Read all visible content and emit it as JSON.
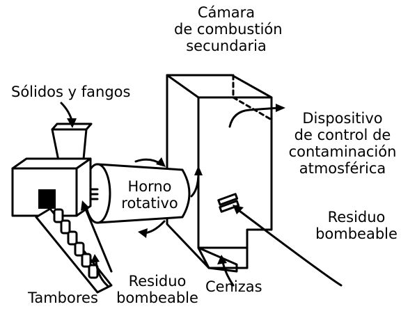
{
  "labels": {
    "secondary_chamber": [
      "Cámara",
      "de combustión",
      "secundaria"
    ],
    "solids_sludge": "Sólidos y fangos",
    "pollution_control": [
      "Dispositivo",
      "de control de",
      "contaminación",
      "atmosférica"
    ],
    "rotary_kiln": [
      "Horno",
      "rotativo"
    ],
    "pumpable_waste_right": [
      "Residuo",
      "bombeable"
    ],
    "pumpable_waste_bottom": [
      "Residuo",
      "bombeable"
    ],
    "ashes": "Cenizas",
    "drums": "Tambores"
  },
  "colors": {
    "line": "#000000",
    "background": "#ffffff",
    "fill_dark": "#000000"
  }
}
